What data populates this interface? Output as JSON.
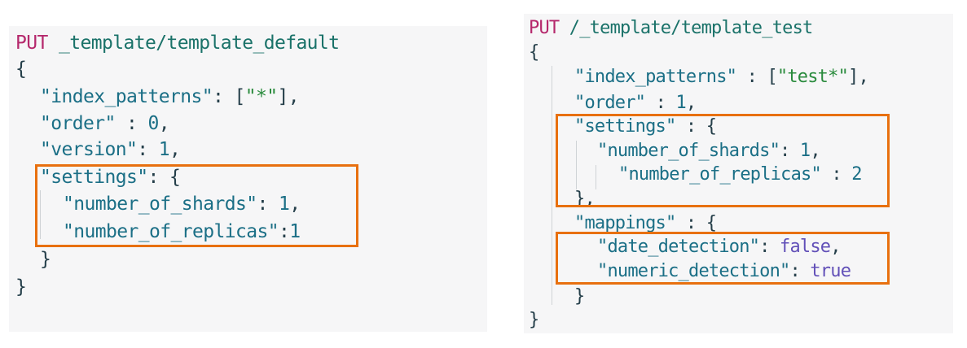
{
  "left": {
    "method": "PUT",
    "path": "_template/template_default",
    "open_brace": "{",
    "index_patterns_key": "\"index_patterns\"",
    "index_patterns_sep": ": [",
    "index_patterns_val": "\"*\"",
    "index_patterns_end": "],",
    "order_key": "\"order\"",
    "order_sep": " : ",
    "order_val": "0",
    "order_end": ",",
    "version_key": "\"version\"",
    "version_sep": ": ",
    "version_val": "1",
    "version_end": ",",
    "settings_key": "\"settings\"",
    "settings_sep": ": {",
    "shards_key": "\"number_of_shards\"",
    "shards_sep": ": ",
    "shards_val": "1",
    "shards_end": ",",
    "replicas_key": "\"number_of_replicas\"",
    "replicas_sep": ":",
    "replicas_val": "1",
    "inner_close": "}",
    "close_brace": "}"
  },
  "right": {
    "method": "PUT",
    "path": "/_template/template_test",
    "open_brace": "{",
    "index_patterns_key": "\"index_patterns\"",
    "index_patterns_sep": " : [",
    "index_patterns_val": "\"test*\"",
    "index_patterns_end": "],",
    "order_key": "\"order\"",
    "order_sep": " : ",
    "order_val": "1",
    "order_end": ",",
    "settings_key": "\"settings\"",
    "settings_sep": " : {",
    "shards_key": "\"number_of_shards\"",
    "shards_sep": ": ",
    "shards_val": "1",
    "shards_end": ",",
    "replicas_key": "\"number_of_replicas\"",
    "replicas_sep": " : ",
    "replicas_val": "2",
    "settings_close": "},",
    "mappings_key": "\"mappings\"",
    "mappings_sep": " : {",
    "date_key": "\"date_detection\"",
    "date_sep": ": ",
    "date_val": "false",
    "date_end": ",",
    "numeric_key": "\"numeric_detection\"",
    "numeric_sep": ": ",
    "numeric_val": "true",
    "mappings_close": "}",
    "close_brace": "}"
  },
  "colors": {
    "method": "#b5286c",
    "path": "#1a7269",
    "key": "#1b6f86",
    "punct": "#253f4a",
    "boolean": "#6250b8",
    "highlight": "#e8700f",
    "panel_bg": "#f6f6f7"
  }
}
